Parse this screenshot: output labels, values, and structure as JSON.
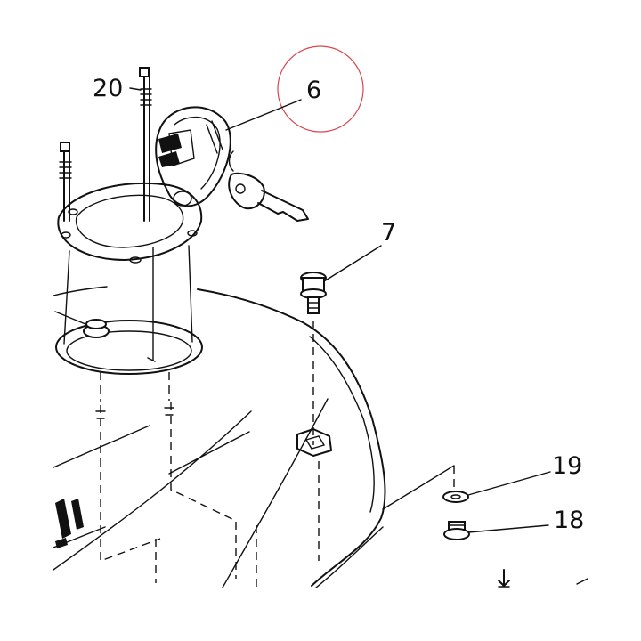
{
  "diagram": {
    "callouts": [
      {
        "id": "part-20",
        "label": "20"
      },
      {
        "id": "part-6",
        "label": "6"
      },
      {
        "id": "part-7",
        "label": "7"
      },
      {
        "id": "part-19",
        "label": "19"
      },
      {
        "id": "part-18",
        "label": "18"
      }
    ],
    "colors": {
      "ink": "#111111",
      "paper": "#ffffff",
      "highlight_circle": "#d9464e"
    }
  }
}
